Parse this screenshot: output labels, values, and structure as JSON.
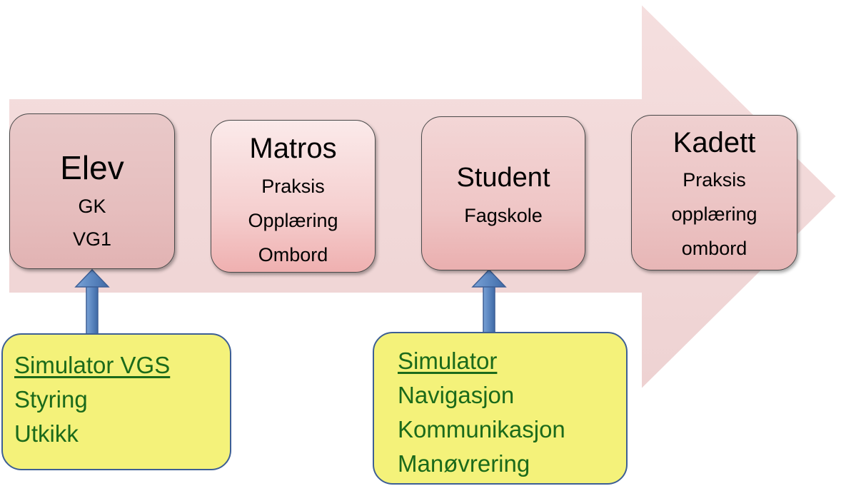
{
  "colors": {
    "arrow_fill": "#f2d7d7",
    "stage_border": "#4a4a4a",
    "sim_box_fill": "#f4f27a",
    "sim_box_border": "#3d5f95",
    "sim_text": "#1b6a1b",
    "up_arrow": "#5b86c0"
  },
  "stages": [
    {
      "title": "Elev",
      "lines": [
        "GK",
        "VG1"
      ]
    },
    {
      "title": "Matros",
      "lines": [
        "Praksis",
        "Opplæring",
        "Ombord"
      ]
    },
    {
      "title": "Student",
      "lines": [
        "Fagskole"
      ]
    },
    {
      "title": "Kadett",
      "lines": [
        "Praksis",
        "opplæring",
        "ombord"
      ]
    }
  ],
  "simulators": [
    {
      "heading": "Simulator VGS",
      "items": [
        "Styring",
        "Utkikk"
      ]
    },
    {
      "heading": "Simulator",
      "items": [
        "Navigasjon",
        "Kommunikasjon",
        "Manøvrering"
      ]
    }
  ]
}
